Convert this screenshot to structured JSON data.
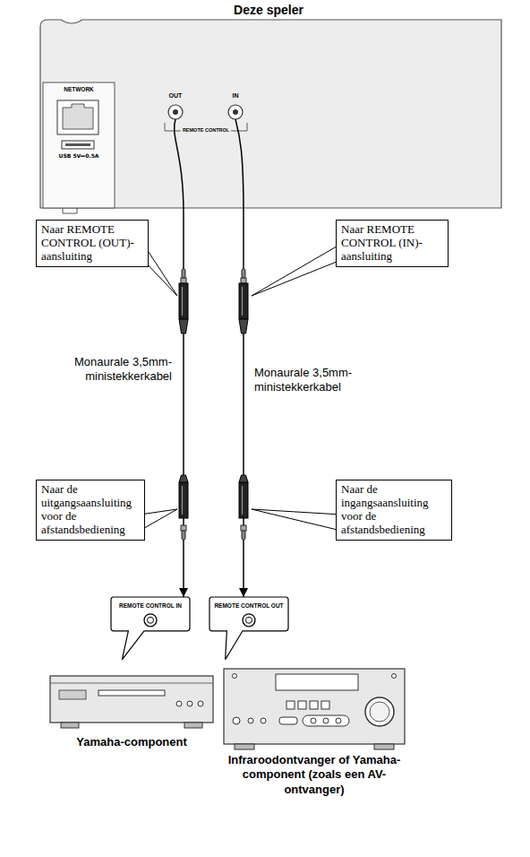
{
  "diagram": {
    "nodes": [
      {
        "text": [
          "Deze speler",
          "NETWORK",
          "USB 5V⎓0.5A",
          "OUT",
          "IN",
          "REMOTE CONTROL"
        ]
      },
      {
        "text": [
          "Naar REMOTE CONTROL (OUT)-aansluiting"
        ]
      },
      {
        "text": [
          "Naar REMOTE CONTROL (IN)-aansluiting"
        ]
      },
      {
        "text": [
          "Naar de uitgangsaansluiting voor de afstandsbediening"
        ]
      },
      {
        "text": [
          "Naar de ingangsaansluiting voor de afstandsbediening"
        ]
      },
      {
        "text": [
          "REMOTE CONTROL IN"
        ]
      },
      {
        "text": [
          "REMOTE CONTROL OUT"
        ]
      },
      {
        "text": [
          "Yamaha-component"
        ]
      },
      {
        "text": [
          "Infraroodontvanger of Yamaha-component (zoals een AV-ontvanger)"
        ]
      }
    ],
    "edges": [
      {
        "from": 0,
        "to": 5,
        "label": "Monaurale 3,5mm- ministekkerkabel",
        "arrow": "to"
      },
      {
        "from": 0,
        "to": 6,
        "label": "Monaurale 3,5mm- ministekkerkabel",
        "arrow": "to"
      }
    ]
  }
}
